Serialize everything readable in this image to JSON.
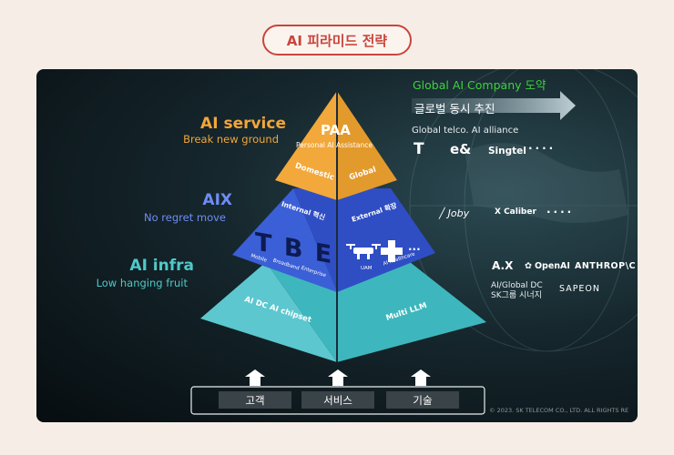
{
  "title": "AI 피라미드 전략",
  "header": {
    "goal": "Global AI Company 도약",
    "arrow_label": "글로벌 동시 추진",
    "alliance": "Global telco. AI alliance"
  },
  "tiers": [
    {
      "title": "AI service",
      "subtitle": "Break new ground",
      "color": "#f2a63a"
    },
    {
      "title": "AIX",
      "subtitle": "No regret move",
      "color": "#5b7ff0"
    },
    {
      "title": "AI infra",
      "subtitle": "Low hanging fruit",
      "color": "#4ec9c9"
    }
  ],
  "pyramid": {
    "top": {
      "title": "PAA",
      "subtitle": "Personal AI Assistance",
      "left": "Domestic",
      "right": "Global"
    },
    "middle": {
      "left_title": "Internal 혁신",
      "right_title": "External 확장",
      "tbe": "T B E",
      "tbe_labels": [
        "Mobile",
        "Broadband",
        "Enterprise"
      ],
      "right_labels": [
        "UAM",
        "AI healthcare"
      ],
      "dots": "···"
    },
    "bottom": {
      "left_1": "AI DC",
      "left_2": "AI chipset",
      "right": "Multi LLM"
    }
  },
  "partners": {
    "telco": [
      "T",
      "e&",
      "Singtel",
      "····"
    ],
    "aix": [
      "Joby",
      "X Caliber",
      "····"
    ],
    "infra": [
      "A.X",
      "OpenAI",
      "ANTHROP\\C",
      "SAPEON"
    ],
    "infra_note": [
      "AI/Global DC",
      "SK그룹 시너지"
    ]
  },
  "foundation": [
    "고객",
    "서비스",
    "기술"
  ],
  "copyright": "© 2023. SK TELECOM CO., LTD. ALL RIGHTS RE",
  "icons": [
    "drone-icon",
    "medical-cross-icon",
    "up-arrow-icon",
    "chevron-arrow-icon",
    "openai-icon"
  ]
}
